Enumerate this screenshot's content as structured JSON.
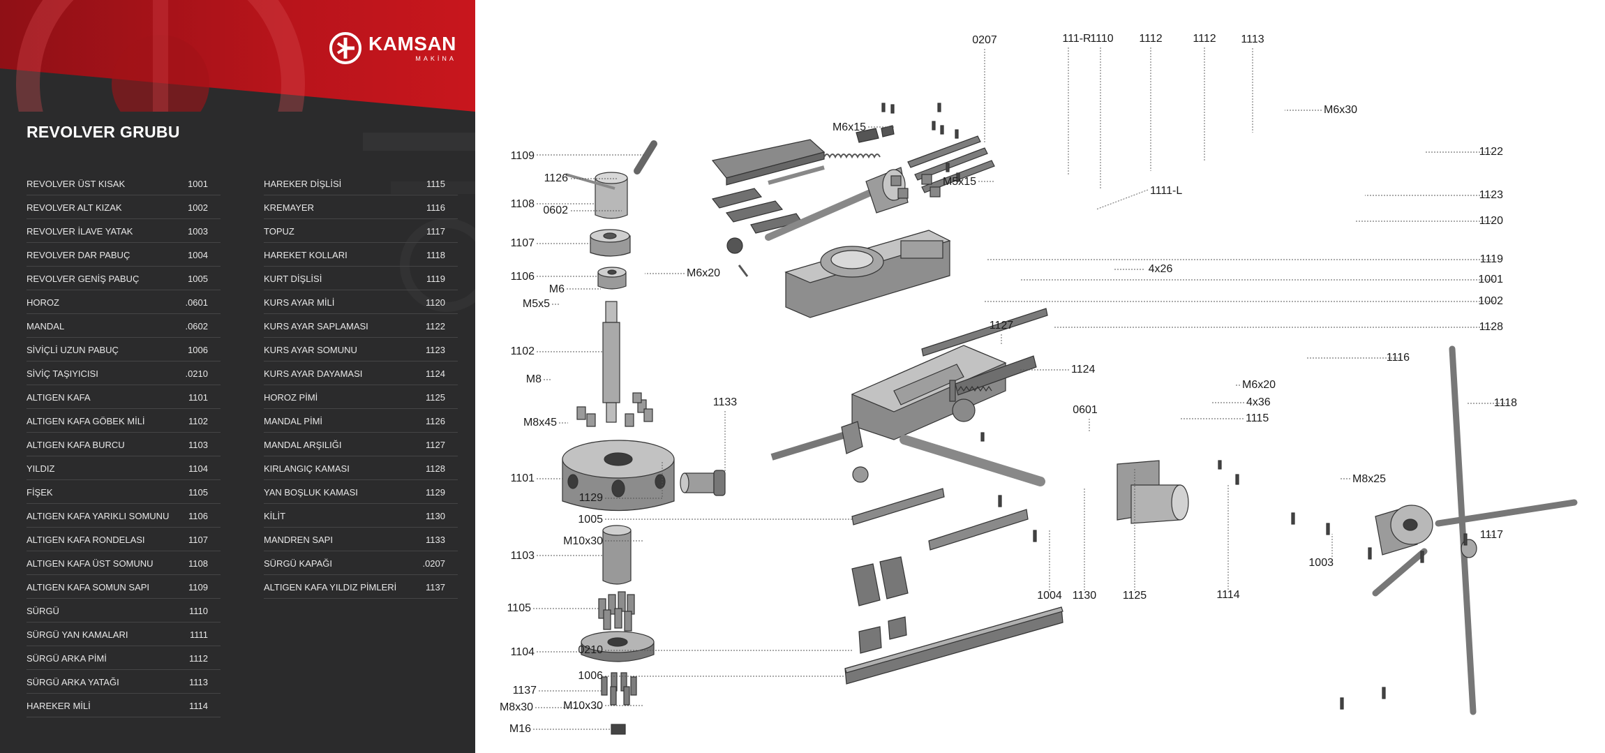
{
  "brand": {
    "name": "KAMSAN",
    "sub": "MAKİNA"
  },
  "title": "REVOLVER GRUBU",
  "colors": {
    "accent": "#c8161d",
    "sidebar": "#2b2b2c"
  },
  "parts_left": [
    {
      "name": "REVOLVER ÜST KISAK",
      "code": "1001"
    },
    {
      "name": "REVOLVER ALT KIZAK",
      "code": "1002"
    },
    {
      "name": "REVOLVER İLAVE YATAK",
      "code": "1003"
    },
    {
      "name": "REVOLVER DAR PABUÇ",
      "code": "1004"
    },
    {
      "name": "REVOLVER GENİŞ PABUÇ",
      "code": "1005"
    },
    {
      "name": "HOROZ",
      "code": ".0601"
    },
    {
      "name": "MANDAL",
      "code": ".0602"
    },
    {
      "name": "SİVİÇLİ UZUN PABUÇ",
      "code": "1006"
    },
    {
      "name": "SİVİÇ TAŞIYICISI",
      "code": ".0210"
    },
    {
      "name": "ALTIGEN KAFA",
      "code": "1101"
    },
    {
      "name": "ALTIGEN KAFA GÖBEK MİLİ",
      "code": "1102"
    },
    {
      "name": "ALTIGEN KAFA BURCU",
      "code": "1103"
    },
    {
      "name": "YILDIZ",
      "code": "1104"
    },
    {
      "name": "FİŞEK",
      "code": "1105"
    },
    {
      "name": "ALTIGEN KAFA YARIKLI SOMUNU",
      "code": "1106"
    },
    {
      "name": "ALTIGEN KAFA RONDELASI",
      "code": "1107"
    },
    {
      "name": "ALTIGEN KAFA ÜST SOMUNU",
      "code": "1108"
    },
    {
      "name": "ALTIGEN KAFA SOMUN SAPI",
      "code": "1109"
    },
    {
      "name": "SÜRGÜ",
      "code": "1110"
    },
    {
      "name": "SÜRGÜ YAN KAMALARI",
      "code": "1111"
    },
    {
      "name": "SÜRGÜ ARKA PİMİ",
      "code": "1112"
    },
    {
      "name": "SÜRGÜ ARKA YATAĞI",
      "code": "1113"
    },
    {
      "name": "HAREKER MİLİ",
      "code": "1114"
    }
  ],
  "parts_right": [
    {
      "name": "HAREKER DİŞLİSİ",
      "code": "1115"
    },
    {
      "name": "KREMAYER",
      "code": "1116"
    },
    {
      "name": "TOPUZ",
      "code": "1117"
    },
    {
      "name": "HAREKET KOLLARI",
      "code": "1118"
    },
    {
      "name": "KURT DİŞLİSİ",
      "code": "1119"
    },
    {
      "name": "KURS AYAR MİLİ",
      "code": "1120"
    },
    {
      "name": "KURS AYAR SAPLAMASI",
      "code": "1122"
    },
    {
      "name": "KURS AYAR SOMUNU",
      "code": "1123"
    },
    {
      "name": "KURS AYAR DAYAMASI",
      "code": "1124"
    },
    {
      "name": "HOROZ PİMİ",
      "code": "1125"
    },
    {
      "name": "MANDAL PİMİ",
      "code": "1126"
    },
    {
      "name": "MANDAL ARŞILIĞI",
      "code": "1127"
    },
    {
      "name": "KIRLANGIÇ KAMASI",
      "code": "1128"
    },
    {
      "name": "YAN BOŞLUK KAMASI",
      "code": "1129"
    },
    {
      "name": "KİLİT",
      "code": "1130"
    },
    {
      "name": "MANDREN SAPI",
      "code": "1133"
    },
    {
      "name": "SÜRGÜ KAPAĞI",
      "code": ".0207"
    },
    {
      "name": "ALTIGEN KAFA YILDIZ PİMLERİ",
      "code": "1137"
    }
  ],
  "callouts": {
    "c0207": "0207",
    "c111r": "111-R",
    "c1110": "1110",
    "c1112a": "1112",
    "c1112b": "1112",
    "c1113": "1113",
    "cm6x30": "M6x30",
    "cm6x15": "M6x15",
    "c1122": "1122",
    "c1109": "1109",
    "c1126": "1126",
    "cm5x15": "M5x15",
    "c1111l": "1111-L",
    "c1123": "1123",
    "c1108": "1108",
    "c0602": "0602",
    "c1120": "1120",
    "c1107": "1107",
    "c1119": "1119",
    "c1106": "1106",
    "cm6x20a": "M6x20",
    "c4x26": "4x26",
    "cm6": "M6",
    "c1001": "1001",
    "cm5x5": "M5x5",
    "c1002": "1002",
    "c1127": "1127",
    "c1128": "1128",
    "c1102": "1102",
    "c1116": "1116",
    "cm8": "M8",
    "c1124": "1124",
    "cm6x20b": "M6x20",
    "c1133": "1133",
    "c4x36": "4x36",
    "c1118": "1118",
    "c0601": "0601",
    "c1115": "1115",
    "cm8x45": "M8x45",
    "c1101": "1101",
    "cm8x25": "M8x25",
    "c1129": "1129",
    "c1005": "1005",
    "c1117": "1117",
    "cm10x30a": "M10x30",
    "c1003": "1003",
    "c1103": "1103",
    "c1004": "1004",
    "c1130": "1130",
    "c1125": "1125",
    "c1114": "1114",
    "c1105": "1105",
    "c0210": "0210",
    "c1104": "1104",
    "c1006": "1006",
    "c1137": "1137",
    "cm8x30": "M8x30",
    "cm10x30b": "M10x30",
    "cm16": "M16"
  }
}
